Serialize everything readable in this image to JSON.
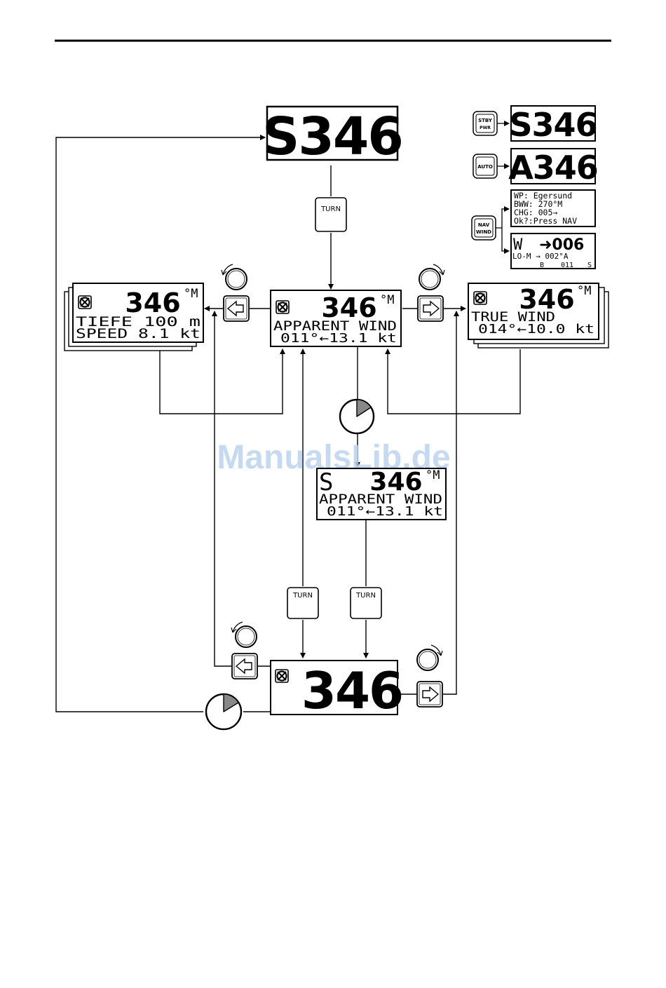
{
  "watermark": "ManualsLib.de",
  "top_display": {
    "text": "S346"
  },
  "legend": {
    "stby_button": {
      "line1": "STBY",
      "line2": "PWR"
    },
    "stby_display": "S346",
    "auto_button": "AUTO",
    "auto_display": "A346",
    "nav_button": {
      "line1": "NAV",
      "line2": "WIND"
    },
    "nav_display_1": {
      "line1": "WP: Egersund",
      "line2": "BWW:  270°M",
      "line3": "CHG:  005→",
      "line4": "Ok?:Press NAV"
    },
    "nav_display_2": {
      "line1a": "W",
      "line1b": "➜006",
      "line2": "LO-M → 002°A",
      "line3a": "B",
      "line3b": "011",
      "line3c": "S"
    }
  },
  "turn_label": "TURN",
  "center_display": {
    "value": "346",
    "unit": "°M",
    "line2": "APPARENT WIND",
    "line3": "011°←13.1  kt"
  },
  "left_display": {
    "value": "346",
    "unit": "°M",
    "line2": "TIEFE    100   m",
    "line3": "SPEED    8.1  kt"
  },
  "right_display": {
    "value": "346",
    "unit": "°M",
    "line2": "TRUE WIND",
    "line3": "014°←10.0  kt"
  },
  "middle_display": {
    "prefix": "S",
    "value": "346",
    "unit": "°M",
    "line2": "APPARENT WIND",
    "line3": "011°←13.1  kt"
  },
  "bottom_display": {
    "value": "346"
  }
}
